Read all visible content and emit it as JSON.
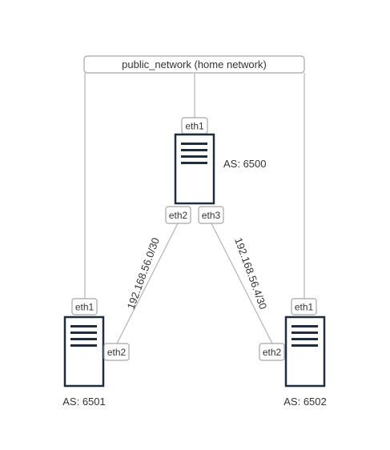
{
  "network": {
    "label": "public_network (home network)"
  },
  "routers": {
    "top": {
      "as_label": "AS: 6500",
      "eth1": "eth1",
      "eth2": "eth2",
      "eth3": "eth3"
    },
    "left": {
      "as_label": "AS: 6501",
      "eth1": "eth1",
      "eth2": "eth2"
    },
    "right": {
      "as_label": "AS: 6502",
      "eth1": "eth1",
      "eth2": "eth2"
    }
  },
  "links": {
    "left_subnet": "192.168.56.0/30",
    "right_subnet": "192.168.56.4/30"
  },
  "colors": {
    "server_outline": "#1f2d3d",
    "line": "#b3b3b3",
    "box_border": "#a6a6a6"
  }
}
